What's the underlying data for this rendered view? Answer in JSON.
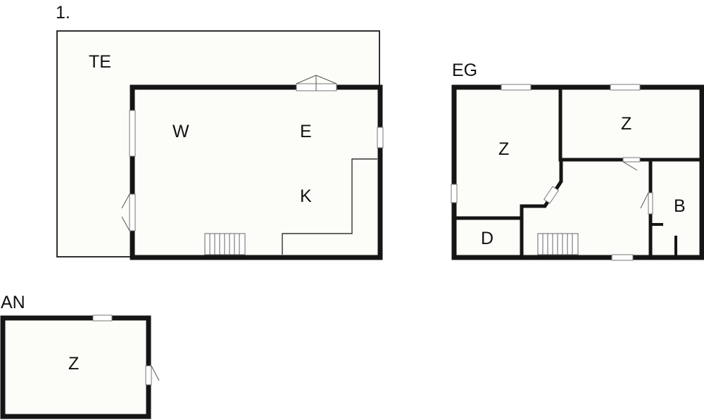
{
  "colors": {
    "wall": "#151515",
    "floor": "#fcfcf8",
    "background": "#ffffff"
  },
  "labels": {
    "level_upper": "1.",
    "level_ground": "EG",
    "level_annex": "AN",
    "terrace": "TE",
    "living": "W",
    "dining": "E",
    "kitchen": "K",
    "room_ground_left": "Z",
    "room_ground_right": "Z",
    "storage": "D",
    "bath": "B",
    "room_annex": "Z"
  }
}
